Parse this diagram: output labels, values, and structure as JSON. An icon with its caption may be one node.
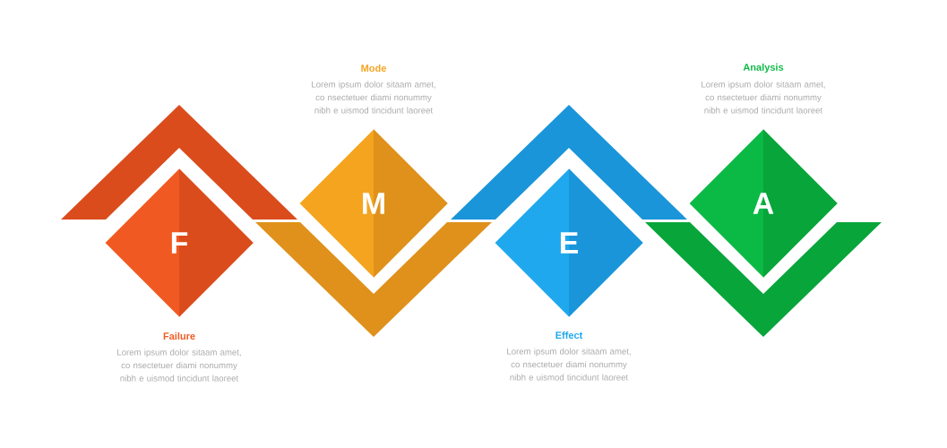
{
  "diagram": {
    "nodes": [
      {
        "text": [
          "F"
        ],
        "beside": [
          "Failure",
          "Lorem ipsum dolor sitaam amet, co nsectetuer diami nonummy nibh e uismod tincidunt laoreet"
        ]
      },
      {
        "text": [
          "M"
        ],
        "beside": [
          "Mode",
          "Lorem ipsum dolor sitaam amet, co nsectetuer diami nonummy nibh e uismod tincidunt laoreet"
        ]
      },
      {
        "text": [
          "E"
        ],
        "beside": [
          "Effect",
          "Lorem ipsum dolor sitaam amet, co nsectetuer diami nonummy nibh e uismod tincidunt laoreet"
        ]
      },
      {
        "text": [
          "A"
        ],
        "beside": [
          "Analysis",
          "Lorem ipsum dolor sitaam amet, co nsectetuer diami nonummy nibh e uismod tincidunt laoreet"
        ]
      }
    ]
  }
}
